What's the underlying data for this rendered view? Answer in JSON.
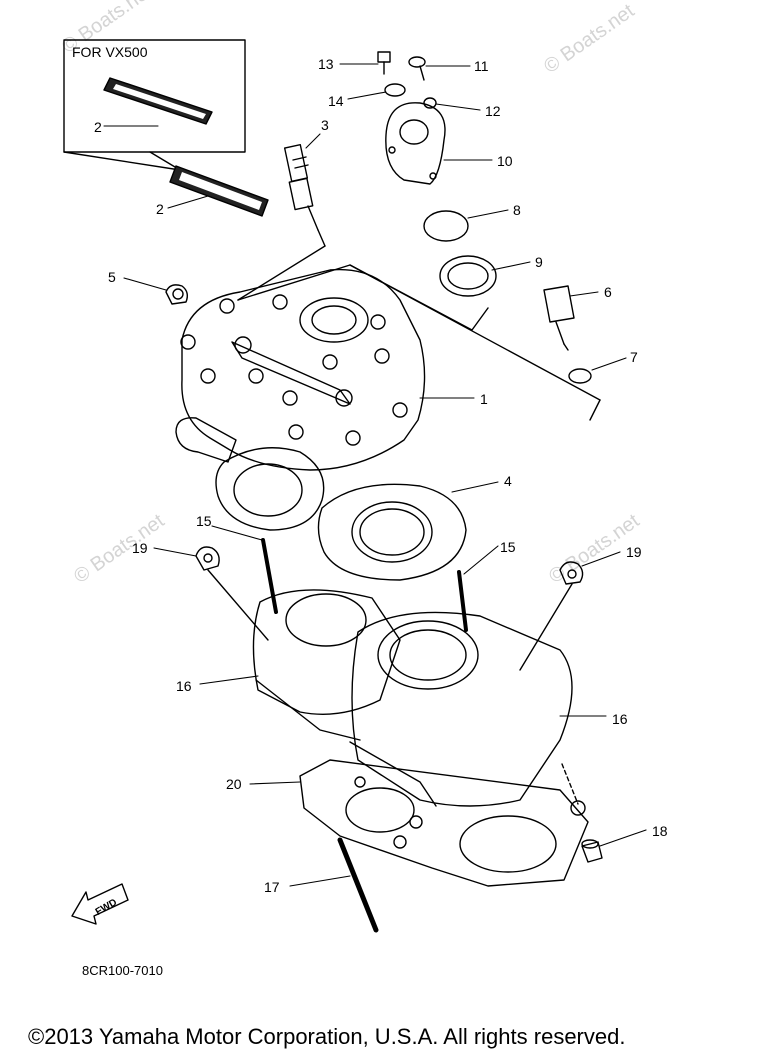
{
  "inset": {
    "title": "FOR VX500"
  },
  "callouts": {
    "c1": "1",
    "c2a": "2",
    "c2b": "2",
    "c3": "3",
    "c4": "4",
    "c5": "5",
    "c6": "6",
    "c7": "7",
    "c8": "8",
    "c9": "9",
    "c10": "10",
    "c11": "11",
    "c12": "12",
    "c13": "13",
    "c14": "14",
    "c15a": "15",
    "c15b": "15",
    "c16a": "16",
    "c16b": "16",
    "c17": "17",
    "c18": "18",
    "c19a": "19",
    "c19b": "19",
    "c20": "20"
  },
  "direction": {
    "label": "FWD"
  },
  "diagram_code": "8CR100-7010",
  "watermark": "© Boats.net",
  "copyright": "©2013 Yamaha Motor Corporation, U.S.A. All rights reserved."
}
